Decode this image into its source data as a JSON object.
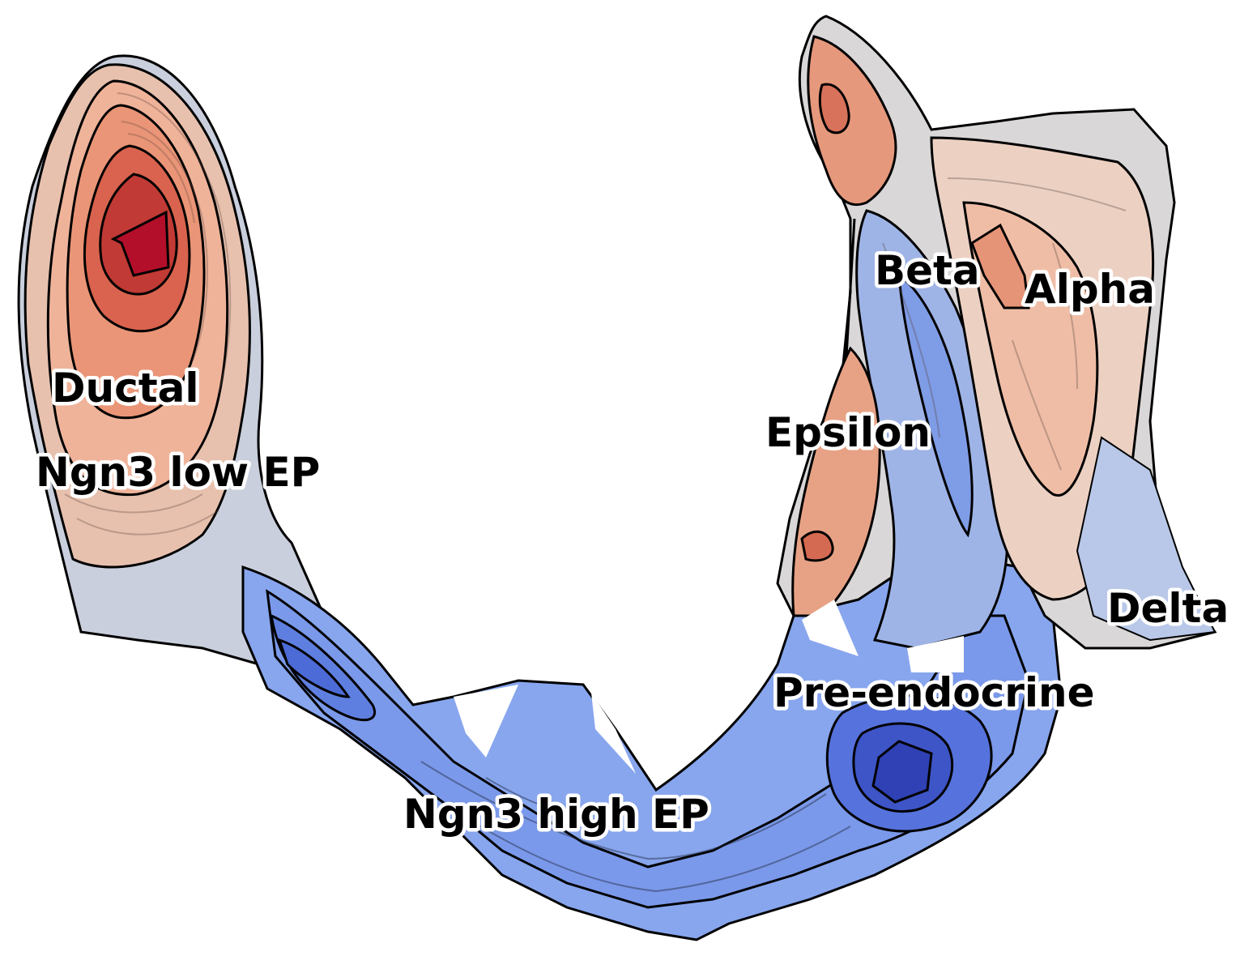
{
  "figure": {
    "labels": {
      "ductal": "Ductal",
      "ngn3_low_ep": "Ngn3 low EP",
      "ngn3_high_ep": "Ngn3 high EP",
      "pre_endocrine": "Pre-endocrine",
      "beta": "Beta",
      "alpha": "Alpha",
      "epsilon": "Epsilon",
      "delta": "Delta"
    },
    "colormap": {
      "low": "#3a4cc0",
      "mid": "#dddcdc",
      "high": "#b40426"
    }
  }
}
